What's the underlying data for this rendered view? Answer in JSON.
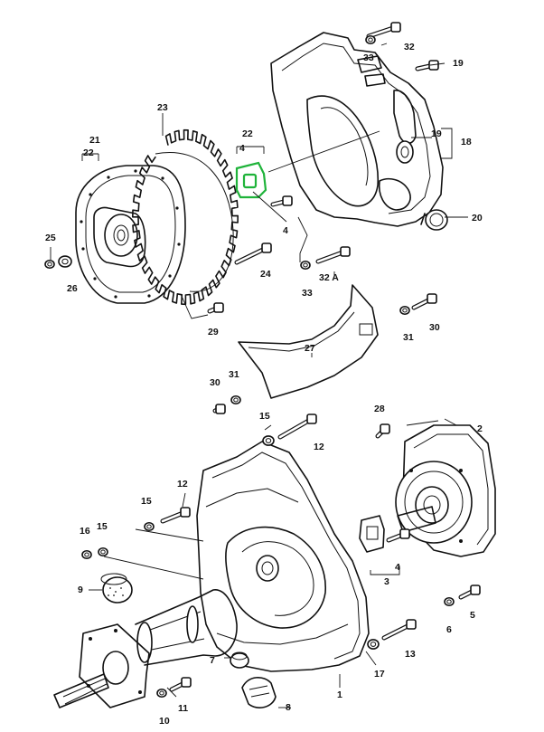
{
  "accent_color": "#1fb33a",
  "labels": [
    {
      "id": "23",
      "t": "23"
    },
    {
      "id": "21",
      "t": "21"
    },
    {
      "id": "22a",
      "t": "22"
    },
    {
      "id": "22b",
      "t": "22"
    },
    {
      "id": "4a",
      "t": "4"
    },
    {
      "id": "4b",
      "t": "4"
    },
    {
      "id": "25",
      "t": "25"
    },
    {
      "id": "26",
      "t": "26"
    },
    {
      "id": "24",
      "t": "24"
    },
    {
      "id": "29",
      "t": "29"
    },
    {
      "id": "32",
      "t": "32"
    },
    {
      "id": "33a",
      "t": "33"
    },
    {
      "id": "19a",
      "t": "19"
    },
    {
      "id": "19b",
      "t": "19"
    },
    {
      "id": "18",
      "t": "18"
    },
    {
      "id": "20",
      "t": "20"
    },
    {
      "id": "33b",
      "t": "33"
    },
    {
      "id": "32A",
      "t": "32 A"
    },
    {
      "id": "30a",
      "t": "30"
    },
    {
      "id": "31a",
      "t": "31"
    },
    {
      "id": "27",
      "t": "27"
    },
    {
      "id": "30b",
      "t": "30"
    },
    {
      "id": "31b",
      "t": "31"
    },
    {
      "id": "15a",
      "t": "15"
    },
    {
      "id": "12a",
      "t": "12"
    },
    {
      "id": "28",
      "t": "28"
    },
    {
      "id": "2",
      "t": "2"
    },
    {
      "id": "12b",
      "t": "12"
    },
    {
      "id": "15b",
      "t": "15"
    },
    {
      "id": "16",
      "t": "16"
    },
    {
      "id": "15c",
      "t": "15"
    },
    {
      "id": "9",
      "t": "9"
    },
    {
      "id": "3",
      "t": "3"
    },
    {
      "id": "4c",
      "t": "4"
    },
    {
      "id": "6",
      "t": "6"
    },
    {
      "id": "5",
      "t": "5"
    },
    {
      "id": "13",
      "t": "13"
    },
    {
      "id": "7",
      "t": "7"
    },
    {
      "id": "1",
      "t": "1"
    },
    {
      "id": "17",
      "t": "17"
    },
    {
      "id": "10",
      "t": "10"
    },
    {
      "id": "11",
      "t": "11"
    },
    {
      "id": "8",
      "t": "8"
    }
  ]
}
